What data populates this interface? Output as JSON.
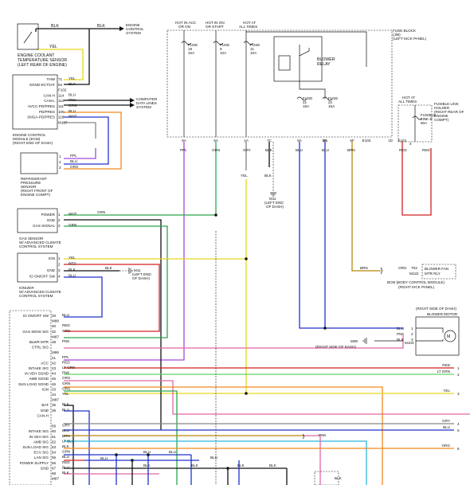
{
  "ecm_area": {
    "coolant_sensor": [
      "ENGINE COOLANT",
      "TEMPERATURE SENSOR",
      "(LEFT REAR OF ENGINE)"
    ],
    "coolant_to": [
      "ENGINE",
      "CONTROL",
      "SYSTEM"
    ],
    "blk": "BLK",
    "yel": "YEL",
    "ecm_title": [
      "ENGINE CONTROL",
      "MODULE (ECM)",
      "(RIGHT END OF DASH)"
    ],
    "pins": [
      {
        "label": "THW",
        "num": "71",
        "wire": "YEL"
      },
      {
        "label": "SGND-ECT/IAT",
        "num": "94",
        "wire": "BLK"
      },
      {
        "label": "",
        "num": "F102",
        "wire": ""
      },
      {
        "label": "CAN-H",
        "num": "114",
        "wire": "BLU"
      },
      {
        "label": "CAN-L",
        "num": "112",
        "wire": "PNK"
      },
      {
        "label": "AVCC-PD/PRES",
        "num": "111",
        "wire": "ORG"
      },
      {
        "label": "PD/PRES",
        "num": "105",
        "wire": "BLU"
      },
      {
        "label": "SNGA-PD/PRES",
        "num": "118",
        "wire": "WHT"
      },
      {
        "label": "",
        "num": "M107",
        "wire": ""
      }
    ],
    "data_lines": [
      "COMPUTER",
      "DATA LINES",
      "SYSTEM"
    ],
    "refrig_sensor": [
      "REFRIGERANT",
      "PRESSURE",
      "SENSOR",
      "(RIGHT FRONT OF",
      "ENGINE COMPT)"
    ],
    "refrig_wires": [
      "PPL",
      "BLU",
      "ORG"
    ]
  },
  "fuse_block": {
    "title": [
      "FUSE BLOCK",
      "(J/B)",
      "(LEFT KICK PANEL)"
    ],
    "hot_labels": [
      [
        "HOT IN ACC",
        "OR ON"
      ],
      [
        "HOT IN ON",
        "OR START"
      ],
      [
        "HOT AT",
        "ALL TIMES"
      ]
    ],
    "fuses": [
      [
        "FUSE",
        "19",
        "10A"
      ],
      [
        "FUSE",
        "9",
        "10A"
      ],
      [
        "FUSE",
        "11",
        "10A"
      ]
    ],
    "relay": [
      "BLOWER",
      "RELAY"
    ],
    "lower_fuses": [
      [
        "FUSE",
        "21",
        "15A"
      ],
      [
        "FUSE",
        "22",
        "15A"
      ]
    ],
    "pins": [
      "8A",
      "6A",
      "1A",
      "7C",
      "8A",
      "3A",
      "M1",
      "6F",
      "E103",
      "1D",
      "E101"
    ],
    "wires": [
      "PPL",
      "GRN",
      "GRY",
      "BLK",
      "BLU",
      "BLU",
      "BRN",
      "RED"
    ]
  },
  "fusible_link": {
    "hot": [
      "HOT AT",
      "ALL TIMES"
    ],
    "holder": [
      "FUSIBLE LINK",
      "HOLDER",
      "(RIGHT REAR OF",
      "ENGINE",
      "COMPT)"
    ],
    "link": [
      "FUSIBLE",
      "LINK E",
      "60A"
    ],
    "pin": "4",
    "wire": "RED"
  },
  "ground_m11": {
    "wires": [
      "YEL",
      "BLK"
    ],
    "name": "M11",
    "loc": [
      "(LEFT END",
      "OF DASH)"
    ]
  },
  "gas_sensor": {
    "pins": [
      {
        "label": "POWER",
        "num": "1",
        "wire": "WHT"
      },
      {
        "label": "GND",
        "num": "2",
        "wire": ""
      },
      {
        "label": "GAS SIGNAL",
        "num": "3",
        "wire": "GRN"
      }
    ],
    "name": [
      "GAS SENSOR",
      "W/ ADVANCED CLIMATE",
      "CONTROL SYSTEM"
    ],
    "grn": "GRN"
  },
  "ionizer": {
    "pins": [
      {
        "label": "IGN",
        "num": "1",
        "wire": "YEL"
      },
      {
        "label": "",
        "num": "2",
        "wire": "RED"
      },
      {
        "label": "GND",
        "num": "3",
        "wire": "BLK"
      },
      {
        "label": "IO ON/OFF SW",
        "num": "4",
        "wire": "BLU"
      }
    ],
    "name": [
      "IONIZER",
      "W/ ADVANCED CLIMATE",
      "CONTROL SYSTEM"
    ],
    "ground": [
      "M11",
      "(LEFT END",
      "OF DASH)"
    ],
    "blk": "BLK"
  },
  "bcm": {
    "wire": "BRN",
    "pin": "ORG",
    "pinnum": "T02",
    "conn": "M122",
    "relay": [
      "BLOWER FAN",
      "MTR RLY"
    ],
    "name": [
      "BCM (BODY CONTROL MODULE)",
      "(RIGHT KICK PANEL)"
    ]
  },
  "blower_motor": {
    "loc": "(RIGHT SIDE OF DASH)",
    "name": "BLOWER MOTOR",
    "pins": [
      {
        "wire": "BLU",
        "num": "1"
      },
      {
        "wire": "PNK",
        "num": "2"
      },
      {
        "wire": "BLK",
        "num": "3"
      }
    ],
    "conn": "M103",
    "ground": [
      "M08",
      "(RIGHT SIDE OF DASH)"
    ]
  },
  "controller": {
    "pins": [
      {
        "label": "IO ON/OFF SW",
        "num": "20",
        "wire": "BLU"
      },
      {
        "label": "",
        "num": "M88",
        "wire": ""
      },
      {
        "label": "",
        "num": "40",
        "wire": "RED"
      },
      {
        "label": "GAS SENS SIG",
        "num": "32",
        "wire": "GRN"
      },
      {
        "label": "",
        "num": "M87",
        "wire": ""
      },
      {
        "label": "BLWR MTR",
        "num": "38",
        "wire": "PNK"
      },
      {
        "label": "CTRL SIG",
        "num": "",
        "wire": ""
      },
      {
        "label": "",
        "num": "M86",
        "wire": ""
      },
      {
        "label": "",
        "num": "41",
        "wire": "PPL"
      },
      {
        "label": "ACC",
        "num": "42",
        "wire": "RED"
      },
      {
        "label": "INTAKE SIG",
        "num": "43",
        "wire": "LT GRN"
      },
      {
        "label": "IN VEH SGND",
        "num": "44",
        "wire": "PNK"
      },
      {
        "label": "AMB SGND",
        "num": "45",
        "wire": "ORG"
      },
      {
        "label": "SUN LOAD SGND",
        "num": "46",
        "wire": "GRN"
      },
      {
        "label": "IGN",
        "num": "33",
        "wire": "ORG"
      },
      {
        "label": "",
        "num": "34",
        "wire": "YEL"
      },
      {
        "label": "",
        "num": "M87",
        "wire": ""
      },
      {
        "label": "BAT",
        "num": "35",
        "wire": "BLK"
      },
      {
        "label": "GND",
        "num": "36",
        "wire": "BLU"
      },
      {
        "label": "CAN-H",
        "num": "",
        "wire": ""
      },
      {
        "label": "",
        "num": "",
        "wire": ""
      },
      {
        "label": "",
        "num": "59",
        "wire": "GRY"
      },
      {
        "label": "INTAKE SIG",
        "num": "60",
        "wire": "BLU"
      },
      {
        "label": "IN VEH SIG",
        "num": "61",
        "wire": "BRN"
      },
      {
        "label": "AMB SIG",
        "num": "62",
        "wire": "LT BLU"
      },
      {
        "label": "SUN LOAD SIG",
        "num": "63",
        "wire": "BLK"
      },
      {
        "label": "ECV SIG",
        "num": "64",
        "wire": "GRN"
      },
      {
        "label": "LAN SIG",
        "num": "65",
        "wire": "BLU"
      },
      {
        "label": "POWER SUPPLY",
        "num": "66",
        "wire": "RED"
      },
      {
        "label": "GND",
        "num": "67",
        "wire": "BLU"
      },
      {
        "label": "",
        "num": "68",
        "wire": "BLK"
      },
      {
        "label": "",
        "num": "M87",
        "wire": ""
      }
    ],
    "bus_blu": "BLU",
    "bus_blk": "BLK",
    "pnk": "PNK"
  },
  "right_edge": [
    {
      "wire": "RED",
      "num": "1"
    },
    {
      "wire": "LT GRN",
      "num": "2"
    },
    {
      "wire": "YEL",
      "num": "3"
    },
    {
      "wire": "GRY",
      "num": "4"
    },
    {
      "wire": "BLU",
      "num": "5"
    },
    {
      "wire": "ORG",
      "num": "6"
    }
  ],
  "colors": {
    "BLK": "#111111",
    "YEL": "#e6d81a",
    "BLU": "#2233cc",
    "PNK": "#e066a8",
    "ORG": "#f08a1e",
    "WHT": "#888888",
    "PPL": "#a64ad6",
    "GRN": "#2aa84a",
    "GRY": "#888888",
    "BRN": "#b8860b",
    "RED": "#d42020",
    "LT GRN": "#5fd35f",
    "LT BLU": "#2bb8d8"
  }
}
